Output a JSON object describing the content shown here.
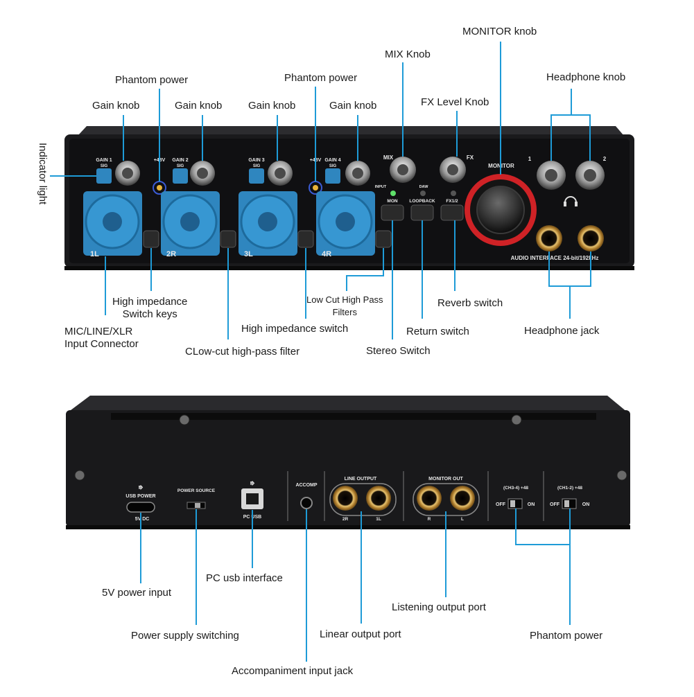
{
  "front_panel": {
    "channel_labels": [
      "GAIN 1",
      "GAIN 2",
      "GAIN 3",
      "GAIN 4"
    ],
    "sig_label": "SIG",
    "phantom_label": "+48V",
    "input_labels": [
      "1L",
      "2R",
      "3L",
      "4R"
    ],
    "mix_label": "MIX",
    "input_word": "INPUT",
    "daw_word": "DAW",
    "fx_label": "FX",
    "monitor_label": "MONITOR",
    "headphone_labels": [
      "1",
      "2"
    ],
    "mon_button": "MON",
    "loopback_button": "LOOPBACK",
    "fx_button": "FX1/2",
    "branding": "AUDIO INTERFACE 24-bit/192kHz"
  },
  "rear_panel": {
    "usb_power_label": "USB POWER",
    "usb_power_spec": "5V DC",
    "power_source_label": "POWER SOURCE",
    "pc_usb_label": "PC USB",
    "accomp_label": "ACCOMP",
    "line_output_label": "LINE OUTPUT",
    "line_output_channels": [
      "2R",
      "1L"
    ],
    "monitor_out_label": "MONITOR OUT",
    "monitor_out_channels": [
      "R",
      "L"
    ],
    "phantom_ch34_label": "(CH3-4) +48",
    "phantom_ch12_label": "(CH1-2) +48",
    "off_label": "OFF",
    "on_label": "ON"
  },
  "callouts": {
    "monitor_knob": "MONITOR knob",
    "mix_knob": "MIX Knob",
    "phantom_power_1": "Phantom power",
    "phantom_power_2": "Phantom power",
    "headphone_knob": "Headphone knob",
    "gain_knob_1": "Gain knob",
    "gain_knob_2": "Gain knob",
    "gain_knob_3": "Gain knob",
    "gain_knob_4": "Gain knob",
    "fx_level_knob": "FX Level Knob",
    "indicator_light": "Indicator light",
    "high_impedance_keys": "High impedance\nSwitch keys",
    "mic_line_xlr": "MIC/LINE/XLR\nInput Connector",
    "low_cut_filters": "Low Cut High Pass\nFilters",
    "reverb_switch": "Reverb switch",
    "high_impedance_switch": "High impedance switch",
    "return_switch": "Return switch",
    "headphone_jack": "Headphone jack",
    "clow_cut_filter": "CLow-cut high-pass filter",
    "stereo_switch": "Stereo Switch",
    "pc_usb_interface": "PC usb interface",
    "five_v_power_input": "5V power input",
    "listening_output_port": "Listening output port",
    "power_supply_switching": "Power supply switching",
    "linear_output_port": "Linear output port",
    "phantom_power_rear": "Phantom power",
    "accompaniment_input_jack": "Accompaniment input jack"
  },
  "colors": {
    "leader_line": "#1e9bd7",
    "panel": "#141416",
    "chassis_top": "#2a2a2d",
    "xlr_blue": "#2f86bf",
    "monitor_ring": "#e0282a",
    "gold_jack": "#c99a3a"
  }
}
